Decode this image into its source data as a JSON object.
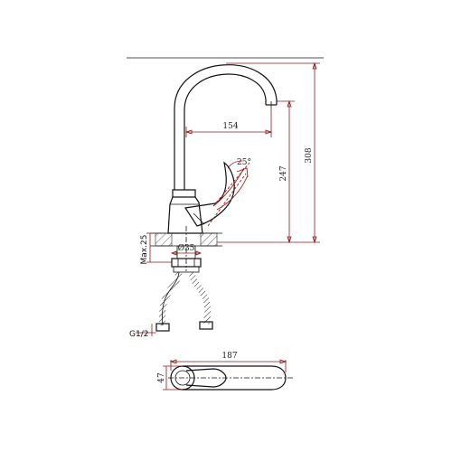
{
  "labels": {
    "reach": "154",
    "spout_height": "247",
    "total_height": "308",
    "angle": "25°",
    "base_diameter": "Ø35",
    "max_thickness": "Max.25",
    "thread": "G1/2",
    "top_length": "187",
    "top_width": "47"
  },
  "colors": {
    "outline": "#111111",
    "dimension": "#8a1a1a",
    "highlight": "#b01818"
  }
}
